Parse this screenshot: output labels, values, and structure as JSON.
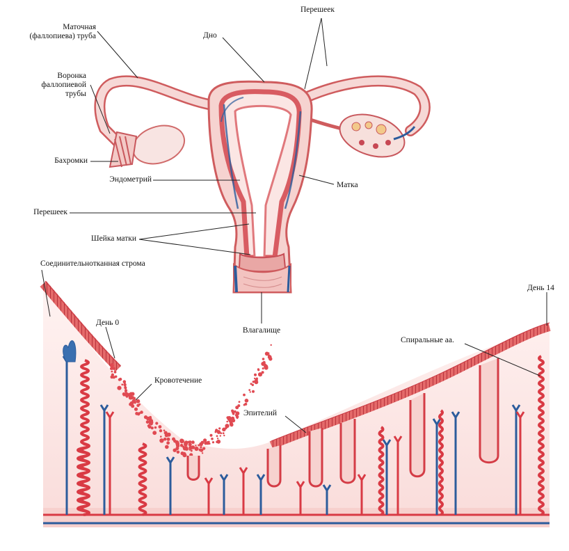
{
  "labels": {
    "fallopian_tube_line1": "Маточная",
    "fallopian_tube_line2": "(фаллопиева) труба",
    "isthmus_top": "Перешеек",
    "fundus": "Дно",
    "funnel_line1": "Воронка",
    "funnel_line2": "фаллопиевой",
    "funnel_line3": "трубы",
    "fimbriae": "Бахромки",
    "endometrium": "Эндометрий",
    "uterus": "Матка",
    "isthmus_left": "Перешеек",
    "cervix": "Шейка матки",
    "vagina": "Влагалище",
    "stroma": "Соединительнотканная строма",
    "day0": "День 0",
    "bleeding": "Кровотечение",
    "epithelium": "Эпителий",
    "spiral_arteries": "Спиральные аа.",
    "day14": "День 14"
  },
  "colors": {
    "artery": "#d93a44",
    "vein": "#2c5c9c",
    "tissue_fill": "#f6d3d0",
    "tissue_stroke": "#cf5c5e",
    "stroma_fill": "#fbeaea"
  }
}
